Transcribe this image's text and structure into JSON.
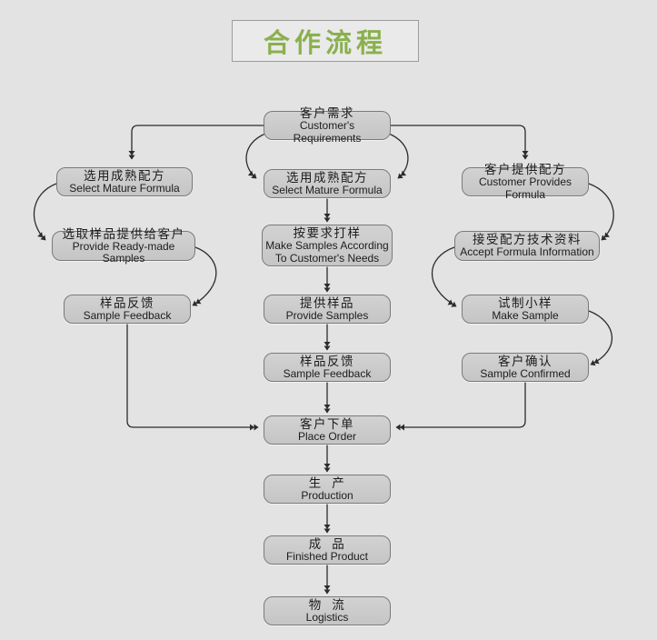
{
  "title": {
    "text": "合作流程"
  },
  "colors": {
    "background": "#e3e3e3",
    "title_green": "#8ab04c",
    "node_fill": "#c9c9c9",
    "node_border": "#7a7a7a",
    "line": "#2b2b2b",
    "text": "#1c1c1c"
  },
  "nodes": {
    "customer_requirements": {
      "zh": "客户需求",
      "en": "Customer's Requirements"
    },
    "left_select_mature": {
      "zh": "选用成熟配方",
      "en": "Select Mature Formula"
    },
    "left_provide_ready": {
      "zh": "选取样品提供给客户",
      "en": "Provide Ready-made Samples"
    },
    "left_sample_feedback": {
      "zh": "样品反馈",
      "en": "Sample Feedback"
    },
    "mid_select_mature": {
      "zh": "选用成熟配方",
      "en": "Select Mature Formula"
    },
    "mid_make_samples": {
      "zh": "按要求打样",
      "en": "Make Samples According To Customer's Needs"
    },
    "mid_provide_samples": {
      "zh": "提供样品",
      "en": "Provide Samples"
    },
    "mid_sample_feedback": {
      "zh": "样品反馈",
      "en": "Sample Feedback"
    },
    "right_customer_formula": {
      "zh": "客户提供配方",
      "en": "Customer Provides Formula"
    },
    "right_accept_info": {
      "zh": "接受配方技术资料",
      "en": "Accept Formula Information"
    },
    "right_make_sample": {
      "zh": "试制小样",
      "en": "Make Sample"
    },
    "right_sample_confirmed": {
      "zh": "客户确认",
      "en": "Sample Confirmed"
    },
    "place_order": {
      "zh": "客户下单",
      "en": "Place Order"
    },
    "production": {
      "zh": "生  产",
      "en": "Production"
    },
    "finished_product": {
      "zh": "成  品",
      "en": "Finished Product"
    },
    "logistics": {
      "zh": "物  流",
      "en": "Logistics"
    }
  }
}
